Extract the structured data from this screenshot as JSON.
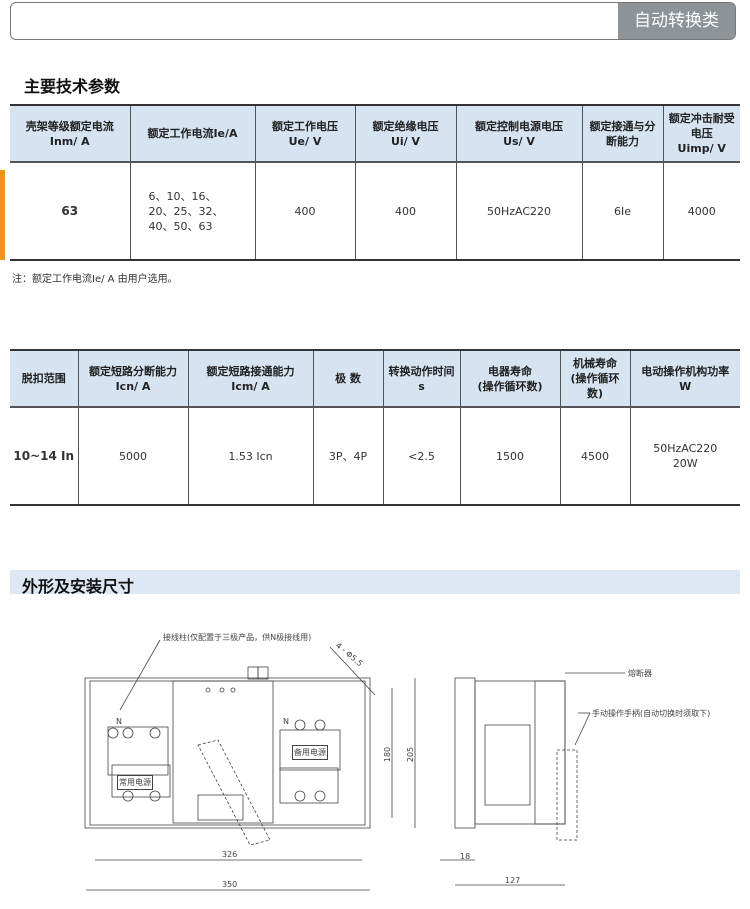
{
  "header": {
    "category": "自动转换类"
  },
  "section1": {
    "title": "主要技术参数",
    "headers": [
      [
        "壳架等级额定电流",
        "Inm/ A"
      ],
      [
        "额定工作电流Ie/A",
        ""
      ],
      [
        "额定工作电压",
        "Ue/ V"
      ],
      [
        "额定绝缘电压",
        "Ui/ V"
      ],
      [
        "额定控制电源电压",
        "Us/ V"
      ],
      [
        "额定接通与分",
        "断能力"
      ],
      [
        "额定冲击耐受电压",
        "Uimp/ V"
      ]
    ],
    "row": [
      "63",
      "6、10、16、",
      "20、25、32、",
      "40、50、63",
      "400",
      "400",
      "50HzAC220",
      "6Ie",
      "4000"
    ],
    "note": "注：额定工作电流Ie/ A 由用户选用。"
  },
  "section2": {
    "headers": [
      [
        "脱扣范围",
        ""
      ],
      [
        "额定短路分断能力",
        "Icn/ A"
      ],
      [
        "额定短路接通能力",
        "Icm/ A"
      ],
      [
        "极 数",
        ""
      ],
      [
        "转换动作时间",
        "s"
      ],
      [
        "电器寿命",
        "(操作循环数)"
      ],
      [
        "机械寿命",
        "(操作循环数)"
      ],
      [
        "电动操作机构功率",
        "W"
      ]
    ],
    "row": [
      "10~14 In",
      "5000",
      "1.53 Icn",
      "3P、4P",
      "<2.5",
      "1500",
      "4500",
      "50HzAC220",
      "20W"
    ]
  },
  "section3": {
    "title": "外形及安装尺寸",
    "labels": {
      "terminal": "接线柱(仅配置于三极产品，供N极接线用)",
      "holes": "4 - Φ5.5",
      "fuse": "熔断器",
      "handle": "手动操作手柄(自动切换时须取下)",
      "normal": "常用电源",
      "standby": "备用电源",
      "n1": "N",
      "n2": "N"
    },
    "dims": {
      "w326": "326",
      "w350": "350",
      "h180": "180",
      "h205": "205",
      "d18": "18",
      "d127": "127"
    }
  }
}
